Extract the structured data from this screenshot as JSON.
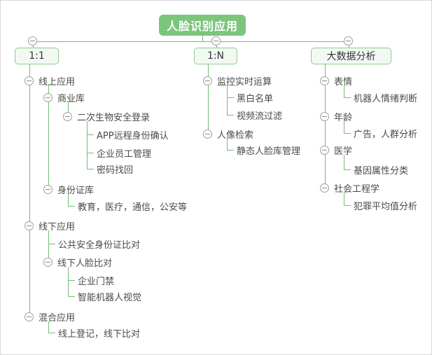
{
  "diagram": {
    "type": "mindmap-tree",
    "title": "人脸识别应用"
  },
  "colors": {
    "root_fill": "#7cc57d",
    "root_text": "#ffffff",
    "branch_box_fill": "#f2f9f2",
    "branch_box_border": "#8fcb8f",
    "connector_line": "#74be74",
    "collapse_icon_border": "#9e9e9e",
    "node_text": "#4a4a4a",
    "canvas_border": "#d8d8d8"
  },
  "root": {
    "label": "人脸识别应用"
  },
  "branches": [
    {
      "label": "1:1",
      "nodes": [
        {
          "label": "线上应用",
          "depth": 2,
          "collapsible": true
        },
        {
          "label": "商业库",
          "depth": 3,
          "collapsible": true
        },
        {
          "label": "二次生物安全登录",
          "depth": 4,
          "collapsible": true
        },
        {
          "label": "APP远程身份确认",
          "depth": 5,
          "collapsible": false
        },
        {
          "label": "企业员工管理",
          "depth": 5,
          "collapsible": false
        },
        {
          "label": "密码找回",
          "depth": 5,
          "collapsible": false
        },
        {
          "label": "身份证库",
          "depth": 3,
          "collapsible": true
        },
        {
          "label": "教育，医疗，通信，公安等",
          "depth": 4,
          "collapsible": false
        },
        {
          "label": "线下应用",
          "depth": 2,
          "collapsible": true
        },
        {
          "label": "公共安全身份证比对",
          "depth": 3,
          "collapsible": false
        },
        {
          "label": "线下人脸比对",
          "depth": 3,
          "collapsible": true
        },
        {
          "label": "企业门禁",
          "depth": 4,
          "collapsible": false
        },
        {
          "label": "智能机器人视觉",
          "depth": 4,
          "collapsible": false
        },
        {
          "label": "混合应用",
          "depth": 2,
          "collapsible": true
        },
        {
          "label": "线上登记，线下比对",
          "depth": 3,
          "collapsible": false
        }
      ]
    },
    {
      "label": "1:N",
      "nodes": [
        {
          "label": "监控实时运算",
          "depth": 2,
          "collapsible": true
        },
        {
          "label": "黑白名单",
          "depth": 3,
          "collapsible": false
        },
        {
          "label": "视频流过滤",
          "depth": 3,
          "collapsible": false
        },
        {
          "label": "人像检索",
          "depth": 2,
          "collapsible": true
        },
        {
          "label": "静态人脸库管理",
          "depth": 3,
          "collapsible": false
        }
      ]
    },
    {
      "label": "大数据分析",
      "nodes": [
        {
          "label": "表情",
          "depth": 2,
          "collapsible": true
        },
        {
          "label": "机器人情绪判断",
          "depth": 3,
          "collapsible": false
        },
        {
          "label": "年龄",
          "depth": 2,
          "collapsible": true
        },
        {
          "label": "广告，人群分析",
          "depth": 3,
          "collapsible": false
        },
        {
          "label": "医学",
          "depth": 2,
          "collapsible": true
        },
        {
          "label": "基因属性分类",
          "depth": 3,
          "collapsible": false
        },
        {
          "label": "社会工程学",
          "depth": 2,
          "collapsible": true
        },
        {
          "label": "犯罪平均值分析",
          "depth": 3,
          "collapsible": false
        }
      ]
    }
  ]
}
